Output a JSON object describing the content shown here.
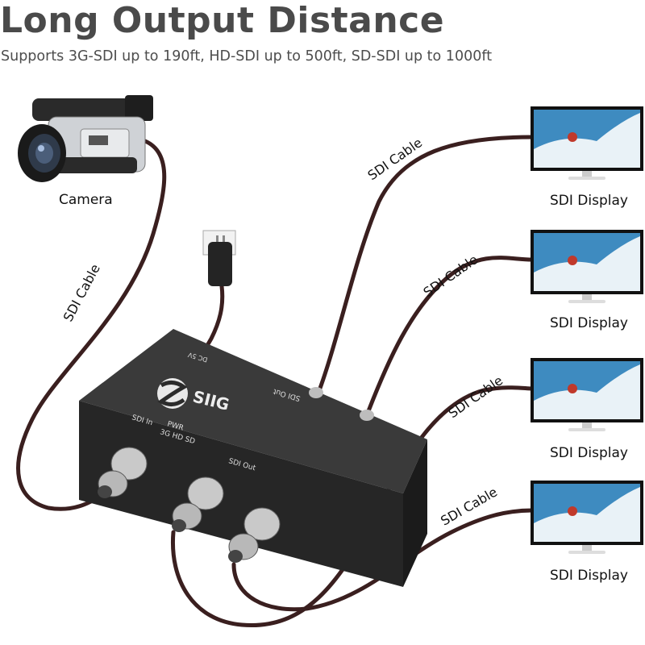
{
  "header": {
    "title": "Long Output Distance",
    "subtitle": "Supports 3G-SDI up to 190ft, HD-SDI up to 500ft, SD-SDI up to 1000ft"
  },
  "camera": {
    "label": "Camera"
  },
  "cables": [
    {
      "label": "SDI Cable"
    },
    {
      "label": "SDI Cable"
    },
    {
      "label": "SDI Cable"
    },
    {
      "label": "SDI Cable"
    },
    {
      "label": "SDI Cable"
    }
  ],
  "displays": [
    {
      "label": "SDI Display"
    },
    {
      "label": "SDI Display"
    },
    {
      "label": "SDI Display"
    },
    {
      "label": "SDI Display"
    }
  ],
  "device": {
    "brand": "SIIG",
    "front_sdi_in": "SDI In",
    "front_pwr": "PWR",
    "front_modes": "3G  HD  SD",
    "front_sdi_out": "SDI Out",
    "top_sdi_out": "SDI Out",
    "top_dc": "DC 5V"
  },
  "colors": {
    "cable": "#3a1f1f",
    "device": "#2b2b2b",
    "title": "#4a4a4a"
  }
}
